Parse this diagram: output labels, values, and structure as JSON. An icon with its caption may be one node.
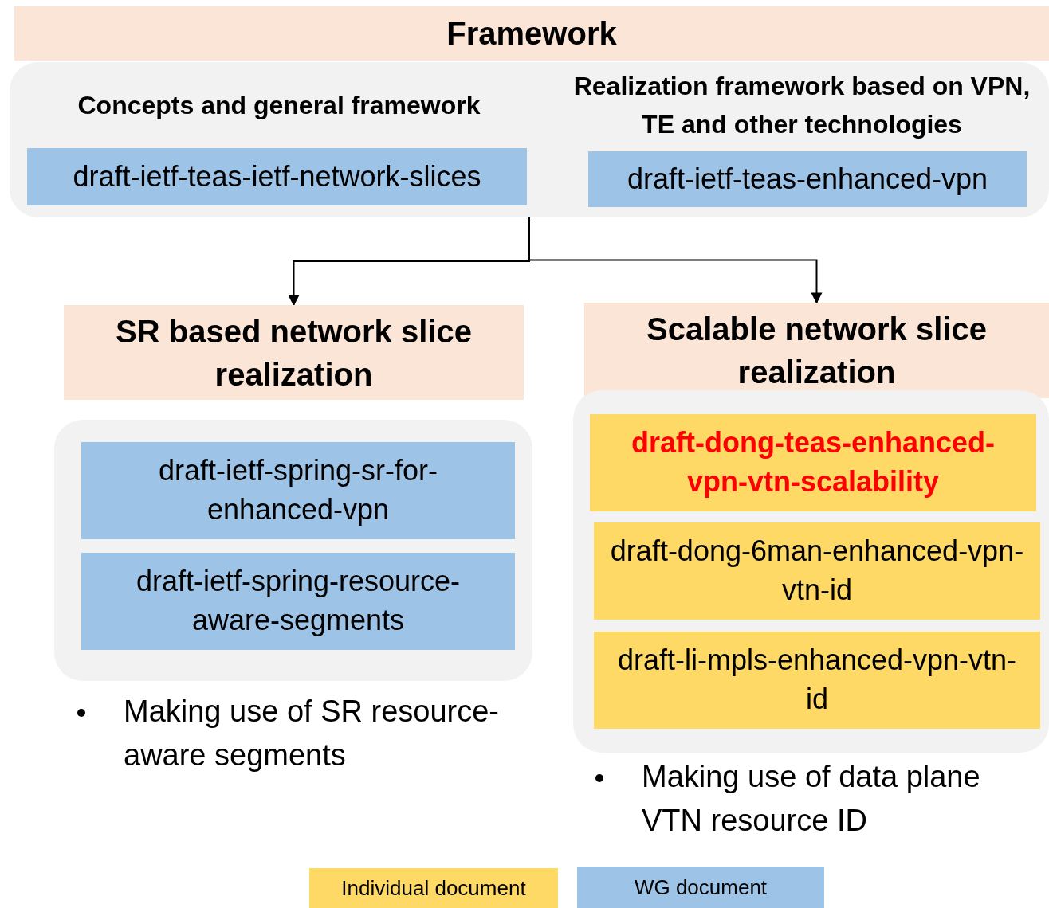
{
  "diagram": {
    "nodes": [
      {
        "text": [
          "Framework"
        ]
      },
      {
        "text": [],
        "shape": "box"
      },
      {
        "text": [
          "draft-ietf-teas-ietf-network-slices"
        ],
        "in": 1
      },
      {
        "text": [
          "draft-ietf-teas-enhanced-vpn"
        ],
        "in": 1
      },
      {
        "text": [
          "SR based network slice realization"
        ]
      },
      {
        "text": [],
        "shape": "box",
        "beside": [
          "Making use of SR resource-aware segments"
        ]
      },
      {
        "text": [
          "draft-ietf-spring-sr-for-enhanced-vpn"
        ],
        "in": 5
      },
      {
        "text": [
          "draft-ietf-spring-resource-aware-segments"
        ],
        "in": 5
      },
      {
        "text": [
          "Scalable network slice realization"
        ]
      },
      {
        "text": [],
        "shape": "box",
        "beside": [
          "Making use of data plane VTN resource ID"
        ]
      },
      {
        "text": [
          "draft-dong-teas-enhanced-vpn-vtn-scalability"
        ],
        "in": 9
      },
      {
        "text": [
          "draft-dong-6man-enhanced-vpn-vtn-id"
        ],
        "in": 9
      },
      {
        "text": [
          "draft-li-mpls-enhanced-vpn-vtn-id"
        ],
        "in": 9
      }
    ],
    "edges": [
      {
        "from": 1,
        "to": 4,
        "arrow": "to"
      },
      {
        "from": 1,
        "to": 8,
        "arrow": "to"
      }
    ],
    "labels": [
      "Concepts and general framework",
      "Realization framework based on VPN, TE and other technologies"
    ],
    "legend": [
      {
        "text": "Individual document",
        "color": "#ffd966"
      },
      {
        "text": "WG document",
        "color": "#9dc3e6"
      }
    ]
  }
}
